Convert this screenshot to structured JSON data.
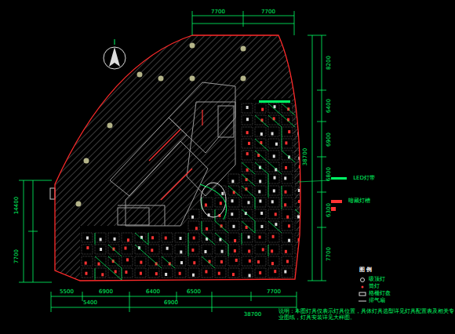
{
  "diagram": {
    "labels": [
      "7700",
      "7700",
      "8200",
      "6400",
      "6900",
      "6800",
      "6300",
      "7700",
      "38700",
      "14400",
      "7700",
      "5500",
      "6900",
      "6400",
      "6500",
      "7700",
      "5400",
      "6900",
      "38700",
      "LED灯带",
      "暗藏灯槽",
      "说明：本图灯具仅表示灯具位置，具体灯具选型详见灯具配置表及相关专业图纸，灯具安装详见大样图。"
    ],
    "legend": [
      {
        "text": "图 例"
      },
      {
        "text": "吸顶灯"
      },
      {
        "text": "筒灯"
      },
      {
        "text": "格栅灯盘"
      },
      {
        "text": "排气扇"
      }
    ]
  }
}
